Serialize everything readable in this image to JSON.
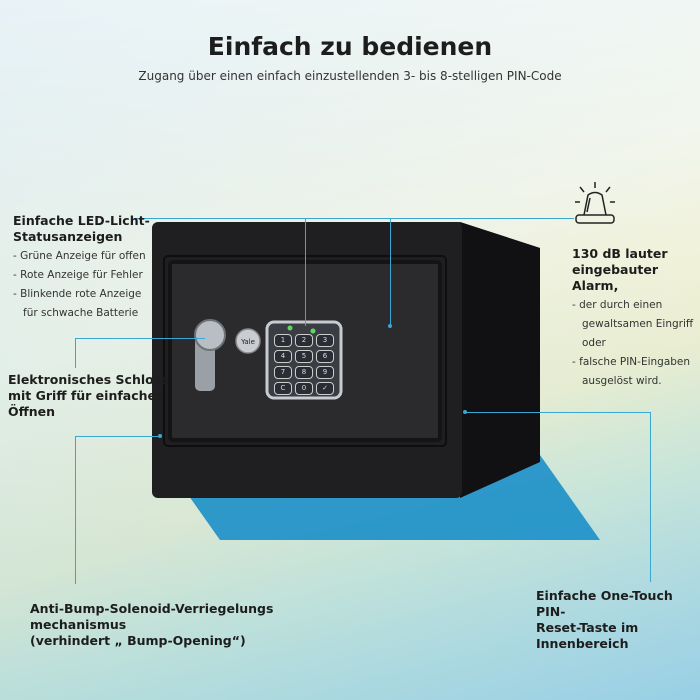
{
  "header": {
    "title": "Einfach zu bedienen",
    "subtitle": "Zugang über einen einfach einzustellenden 3- bis 8-stelligen PIN-Code"
  },
  "features": {
    "led": {
      "title_1": "Einfache LED-Licht-",
      "title_2": "Statusanzeigen",
      "items": [
        "- Grüne Anzeige für offen",
        "- Rote Anzeige für Fehler",
        "- Blinkende rote Anzeige"
      ],
      "cont": "für schwache Batterie"
    },
    "lock": {
      "lines": [
        "Elektronisches Schloss",
        "mit Griff für einfaches",
        "Öffnen"
      ]
    },
    "alarm": {
      "title_1": "130 dB lauter",
      "title_2": "eingebauter Alarm,",
      "item1": "- der durch einen",
      "item1_cont": [
        "gewaltsamen Eingriff",
        "oder"
      ],
      "item2": "- falsche PIN-Eingaben",
      "item2_cont": "ausgelöst wird."
    },
    "bump": {
      "lines": [
        "Anti-Bump-Solenoid-Verriegelungs",
        "mechanismus",
        "(verhindert „ Bump-Opening“)"
      ]
    },
    "reset": {
      "lines": [
        "Einfache One-Touch PIN-",
        "Reset-Taste im",
        "Innenbereich"
      ]
    }
  },
  "safe": {
    "brand": "Yale",
    "keys": [
      "1",
      "2",
      "3",
      "4",
      "5",
      "6",
      "7",
      "8",
      "9",
      "C",
      "0",
      "✓"
    ]
  },
  "colors": {
    "accent": "#3aa7d3",
    "safe": "#1c1c1e",
    "shadow": "#1b8fc8"
  }
}
